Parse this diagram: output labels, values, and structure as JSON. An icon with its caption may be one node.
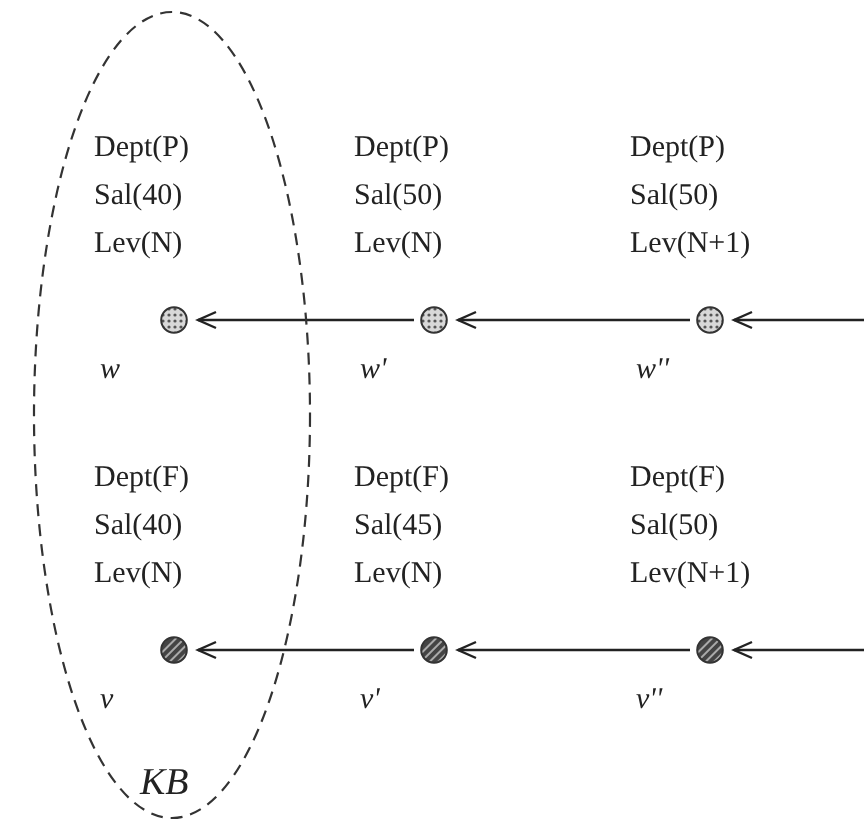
{
  "diagram": {
    "nodes": [
      {
        "text": [
          "KB"
        ]
      },
      {
        "text": [],
        "shape": "circle",
        "in": 0,
        "beside": [
          "Dept(P)",
          "Sal(40)",
          "Lev(N)",
          "w"
        ]
      },
      {
        "text": [],
        "shape": "circle",
        "beside": [
          "Dept(P)",
          "Sal(50)",
          "Lev(N)",
          "w'"
        ]
      },
      {
        "text": [],
        "shape": "circle",
        "beside": [
          "Dept(P)",
          "Sal(50)",
          "Lev(N+1)",
          "w''"
        ]
      },
      {
        "text": [],
        "shape": "circle",
        "in": 0,
        "beside": [
          "Dept(F)",
          "Sal(40)",
          "Lev(N)",
          "v"
        ]
      },
      {
        "text": [],
        "shape": "circle",
        "beside": [
          "Dept(F)",
          "Sal(45)",
          "Lev(N)",
          "v'"
        ]
      },
      {
        "text": [],
        "shape": "circle",
        "beside": [
          "Dept(F)",
          "Sal(50)",
          "Lev(N+1)",
          "v''"
        ]
      }
    ],
    "edges": [
      {
        "from": 2,
        "to": 1,
        "arrow": "to"
      },
      {
        "from": 3,
        "to": 2,
        "arrow": "to"
      },
      {
        "from": null,
        "to": 3,
        "arrow": "to"
      },
      {
        "from": 5,
        "to": 4,
        "arrow": "to"
      },
      {
        "from": 6,
        "to": 5,
        "arrow": "to"
      },
      {
        "from": null,
        "to": 6,
        "arrow": "to"
      }
    ]
  }
}
